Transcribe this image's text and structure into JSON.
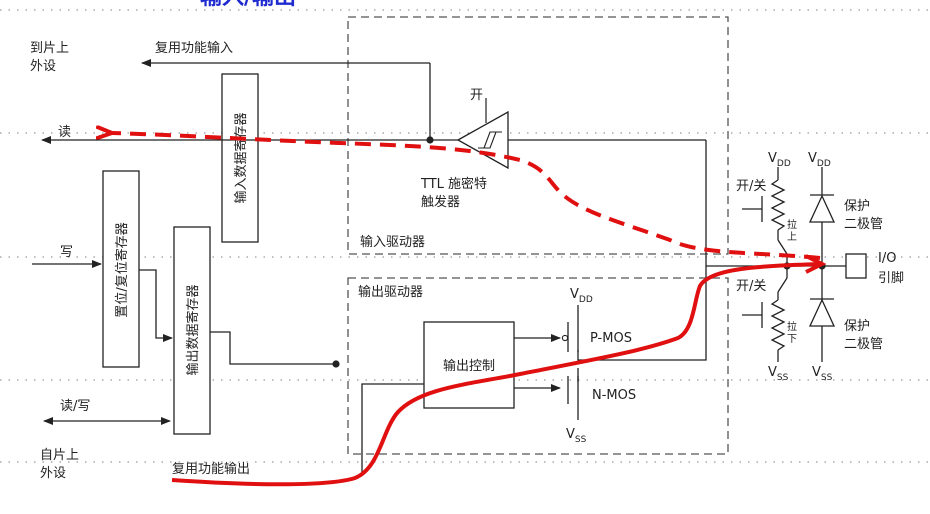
{
  "header": {
    "title": "输入/输出"
  },
  "labels": {
    "to_chip_peripheral": [
      "到片上",
      "外设"
    ],
    "alt_function_input": "复用功能输入",
    "read": "读",
    "write": "写",
    "read_write": "读/写",
    "from_chip_peripheral": [
      "自片上",
      "外设"
    ],
    "alt_function_output": "复用功能输出",
    "input_driver": "输入驱动器",
    "output_driver": "输出驱动器",
    "input_data_register": "输入数据寄存器",
    "bit_set_reset_register": "置位/复位寄存器",
    "output_data_register": "输出数据寄存器",
    "on": "开",
    "ttl_schmitt": [
      "TTL 施密特",
      "触发器"
    ],
    "output_control": "输出控制",
    "pmos": "P-MOS",
    "nmos": "N-MOS",
    "vdd": "V",
    "vdd_sub": "DD",
    "vss": "V",
    "vss_sub": "SS",
    "on_off": "开/关",
    "pull_up": [
      "拉",
      "上"
    ],
    "pull_down": [
      "拉",
      "下"
    ],
    "protection_diode": [
      "保护",
      "二极管"
    ],
    "io_pin": [
      "I/O",
      "引脚"
    ]
  },
  "colors": {
    "line": "#222222",
    "dashed_box": "#555555",
    "grid_dots": "#9a9a9a",
    "highlight_red": "#e01010",
    "title_blue": "#1f2bd0"
  }
}
